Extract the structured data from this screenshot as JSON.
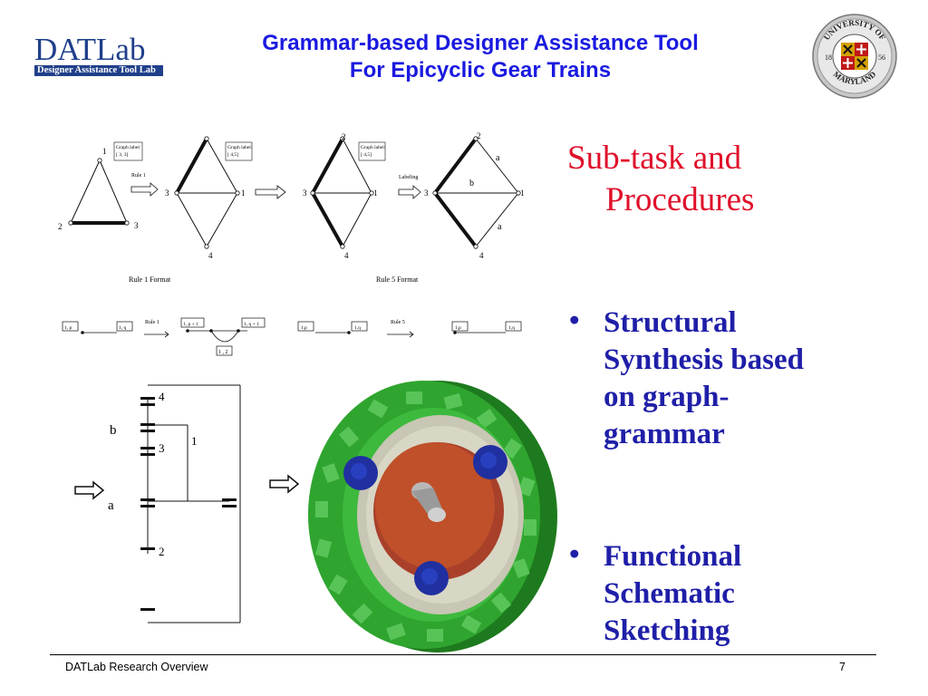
{
  "logo": {
    "main": "DATLab",
    "sub": "Designer Assistance Tool Lab"
  },
  "title": {
    "line1": "Grammar-based Designer Assistance Tool",
    "line2": "For Epicyclic Gear Trains"
  },
  "seal": {
    "text_top": "UNIVERSITY OF",
    "text_bottom": "MARYLAND",
    "year_left": "18",
    "year_right": "56"
  },
  "heading": {
    "line1": "Sub-task and",
    "line2": "Procedures"
  },
  "bullets": [
    {
      "lines": [
        "Structural",
        "Synthesis based",
        "on graph-",
        "grammar"
      ]
    },
    {
      "lines": [
        "Functional",
        "Schematic",
        "Sketching"
      ]
    }
  ],
  "graph_grammar": {
    "graph_label_1": [
      "Graph label:",
      "[ 3, 3]"
    ],
    "graph_label_2": [
      "Graph label:",
      "[ 4,5]"
    ],
    "graph_label_3": [
      "Graph label:",
      "[ 4,5]"
    ],
    "rule1_label": "Rule 1",
    "labeling_label": "Labeling",
    "nodes_g1": [
      "1",
      "2",
      "3"
    ],
    "nodes_g2": [
      "3",
      "1",
      "4"
    ],
    "nodes_g3": [
      "2",
      "3",
      "1",
      "4"
    ],
    "nodes_g4": [
      "2",
      "3",
      "1",
      "4"
    ],
    "edge_labels_g4": [
      "a",
      "b",
      "a"
    ],
    "caption_left": "Rule 1 Format",
    "caption_right": "Rule 5 Format"
  },
  "rule_formats": {
    "r1_left_a": "1, p",
    "r1_left_b": "1, q",
    "r1_arrow": "Rule 1",
    "r1_right_a": "1, p + 1",
    "r1_right_b": "1, q + 1",
    "r1_right_c": "1 , 2",
    "r5_left_a": "1,p",
    "r5_left_b": "1,q",
    "r5_arrow": "Rule 5",
    "r5_right_a": "1,p",
    "r5_right_b": "1,q"
  },
  "schematic": {
    "labels": [
      "4",
      "b",
      "3",
      "1",
      "a",
      "2"
    ]
  },
  "footer": {
    "text": "DATLab Research Overview",
    "page": "7"
  },
  "colors": {
    "title_blue": "#1a1ae0",
    "heading_red": "#e0102a",
    "bullet_blue": "#1f1fa8",
    "ring_green": "#2fa52f",
    "sun_orange": "#c0502a",
    "planet_blue": "#2030a0"
  }
}
